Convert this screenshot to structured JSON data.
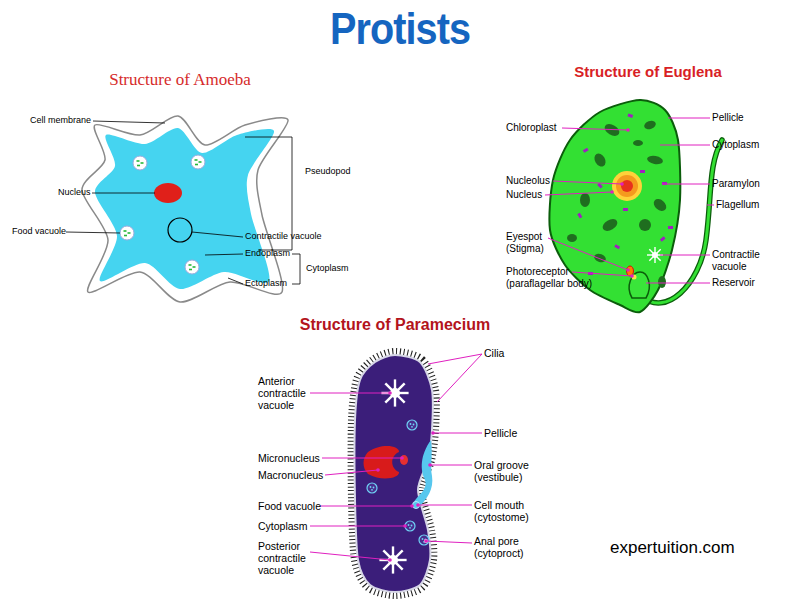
{
  "diagram": {
    "title": "Protists",
    "labels": [
      "Structure of Amoeba",
      "Cell membrane",
      "Nucleus",
      "Food vacuole",
      "Pseudopod",
      "Contractile vacuole",
      "Endoplasm",
      "Ectoplasm",
      "Cytoplasm",
      "Structure of Euglena",
      "Chloroplast",
      "Nucleolus",
      "Nucleus",
      "Eyespot (Stigma)",
      "Photoreceptor (paraflagellar body)",
      "Pellicle",
      "Cytoplasm",
      "Paramylon",
      "Flagellum",
      "Contractile vacuole",
      "Reservoir",
      "Structure of Paramecium",
      "Anterior contractile vacuole",
      "Micronucleus",
      "Macronucleus",
      "Food vacuole",
      "Cytoplasm",
      "Posterior contractile vacuole",
      "Cilia",
      "Pellicle",
      "Oral groove (vestibule)",
      "Cell mouth (cytostome)",
      "Anal pore (cytoproct)",
      "expertuition.com"
    ]
  }
}
